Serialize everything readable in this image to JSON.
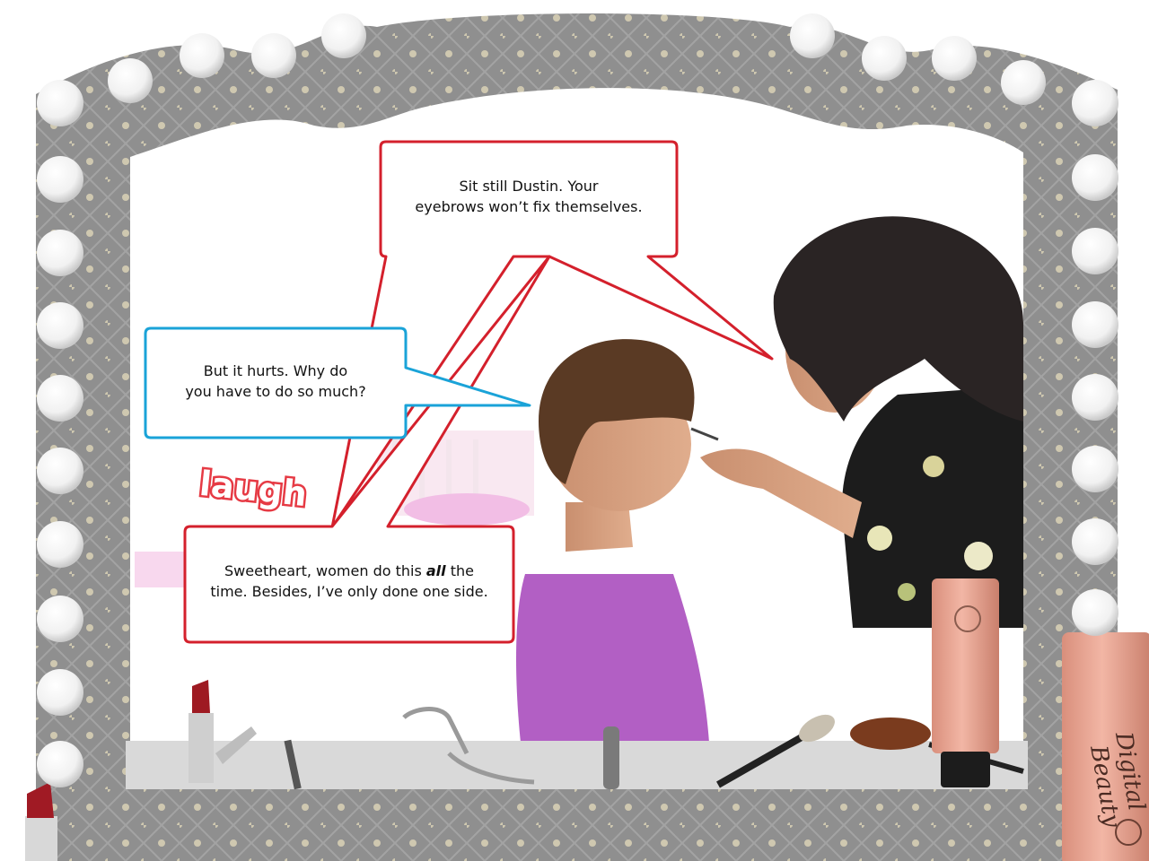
{
  "dialogue": {
    "mother_top": {
      "line1": "Sit still Dustin. Your",
      "line2": "eyebrows won’t fix themselves."
    },
    "dustin": {
      "line1": "But it hurts. Why do",
      "line2": "you have to do so much?"
    },
    "mother_bottom": {
      "line1_before": "Sweetheart, women do this ",
      "line1_emphasis": "all",
      "line1_after": " the",
      "line2": "time. Besides, I’ve only done one side."
    }
  },
  "sound_effect": "laugh",
  "product_label": {
    "brand_line1": "Digital",
    "brand_line2": "Beauty"
  },
  "colors": {
    "mother_bubble_border": "#d4202c",
    "dustin_bubble_border": "#1aa3d8",
    "sfx_fill": "#e63a44",
    "mirror_frame": "#8c8c8c",
    "bulb": "#ffffff",
    "bulb_base": "#c9a24a",
    "counter": "#8a8a8a",
    "product_tube": "#e9a796"
  }
}
